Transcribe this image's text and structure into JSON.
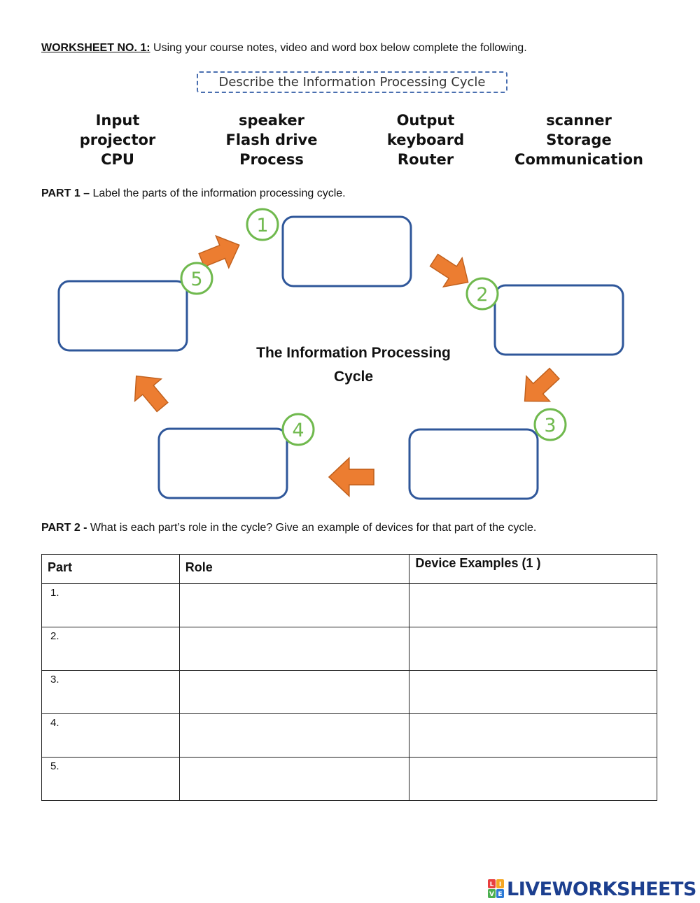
{
  "header": {
    "worksheet_label": "WORKSHEET NO. 1:",
    "instruction": " Using your course notes, video and word box below complete the following."
  },
  "title_box": "Describe the Information Processing Cycle",
  "word_bank": [
    [
      "Input",
      "projector",
      "CPU"
    ],
    [
      "speaker",
      "Flash drive",
      "Process"
    ],
    [
      "Output",
      "keyboard",
      "Router"
    ],
    [
      "scanner",
      "Storage",
      "Communication"
    ]
  ],
  "part1": {
    "label": "PART 1 –",
    "text": " Label the parts of the information processing cycle."
  },
  "diagram": {
    "title_line1": "The Information Processing",
    "title_line2": "Cycle",
    "numbers": [
      "1",
      "2",
      "3",
      "4",
      "5"
    ],
    "colors": {
      "box": "#2f579a",
      "arrow": "#ec7d31",
      "circle": "#70b94e"
    }
  },
  "part2": {
    "label": "PART 2 -",
    "text": " What is each part’s role in the cycle? Give an example of devices for that part of the cycle."
  },
  "table": {
    "headers": [
      "Part",
      "Role",
      "Device Examples (1 )"
    ],
    "rows": [
      "1.",
      "2.",
      "3.",
      "4.",
      "5."
    ]
  },
  "logo": {
    "letters": [
      "L",
      "I",
      "V",
      "E"
    ],
    "letter_colors": [
      "#e83f3f",
      "#f5a623",
      "#4caf50",
      "#2d7ad6"
    ],
    "text": "LIVEWORKSHEETS"
  }
}
